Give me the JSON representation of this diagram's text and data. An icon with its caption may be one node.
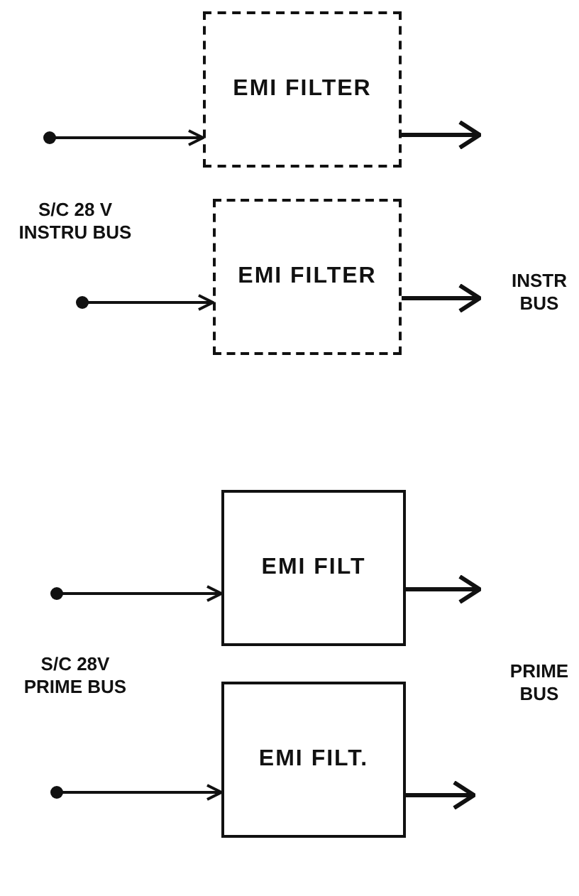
{
  "diagram": {
    "nodes": [
      {
        "text": [
          "EMI FILTER"
        ]
      },
      {
        "text": [
          "EMI FILTER"
        ]
      },
      {
        "text": [
          "EMI FILT"
        ]
      },
      {
        "text": [
          "EMI FILT."
        ]
      }
    ],
    "edges": [
      {
        "from": null,
        "to": 0,
        "arrow": "to"
      },
      {
        "from": 0,
        "to": null,
        "arrow": "to"
      },
      {
        "from": null,
        "to": 1,
        "arrow": "to"
      },
      {
        "from": 1,
        "to": null,
        "arrow": "to"
      },
      {
        "from": null,
        "to": 2,
        "arrow": "to"
      },
      {
        "from": 2,
        "to": null,
        "arrow": "to"
      },
      {
        "from": null,
        "to": 3,
        "arrow": "to"
      },
      {
        "from": 3,
        "to": null,
        "arrow": "to"
      }
    ],
    "labels": [
      "S/C 28 V INSTRU BUS",
      "INSTR BUS",
      "S/C 28V PRIME BUS",
      "PRIME BUS"
    ]
  }
}
